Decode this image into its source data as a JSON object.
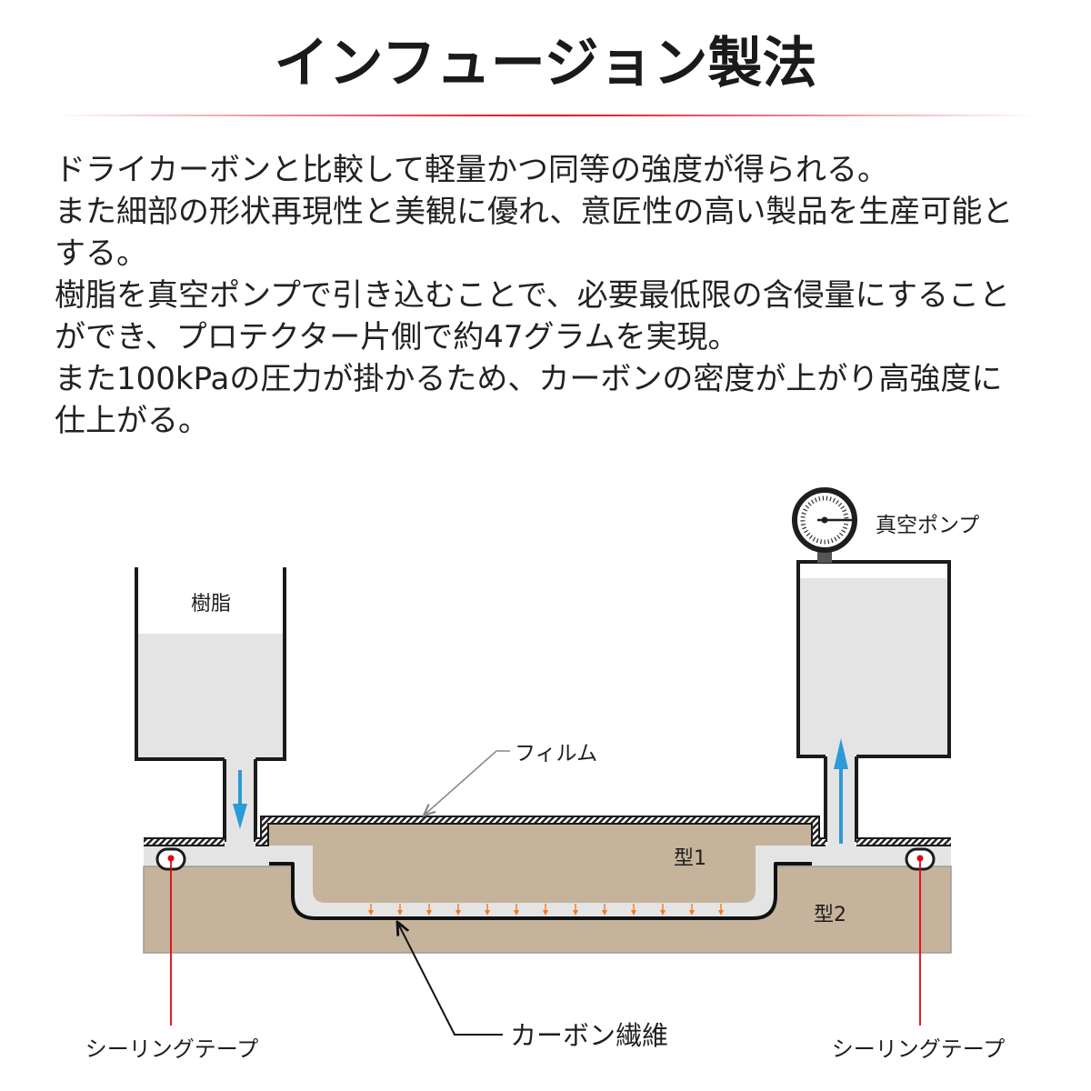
{
  "title": "インフュージョン製法",
  "description": {
    "lines": [
      "ドライカーボンと比較して軽量かつ同等の強度が得られる。",
      "また細部の形状再現性と美観に優れ、意匠性の高い製品を生産可能と",
      "する。",
      "樹脂を真空ポンプで引き込むことで、必要最低限の含侵量にすること",
      "ができ、プロテクター片側で約47グラムを実現。",
      "また100kPaの圧力が掛かるため、カーボンの密度が上がり高強度に",
      "仕上がる。"
    ]
  },
  "diagram": {
    "labels": {
      "resin": "樹脂",
      "vacuum_pump": "真空ポンプ",
      "film": "フィルム",
      "mold_1": "型1",
      "mold_2": "型2",
      "sealing_tape_left": "シーリングテープ",
      "sealing_tape_right": "シーリングテープ",
      "carbon_fiber": "カーボン繊維"
    },
    "icons": {
      "vacuum_gauge": "pressure-gauge-icon",
      "resin_flow": "arrow-down-icon",
      "vacuum_flow": "arrow-up-icon",
      "pressure": "small-arrow-down-icon"
    }
  },
  "colors": {
    "accent": "#e60012",
    "mold": "#c6b39b",
    "resin": "#e4e4e4",
    "flow_arrow": "#2e9ad8",
    "pressure_arrow": "#f07a24",
    "sealing_marker": "#e60012"
  }
}
